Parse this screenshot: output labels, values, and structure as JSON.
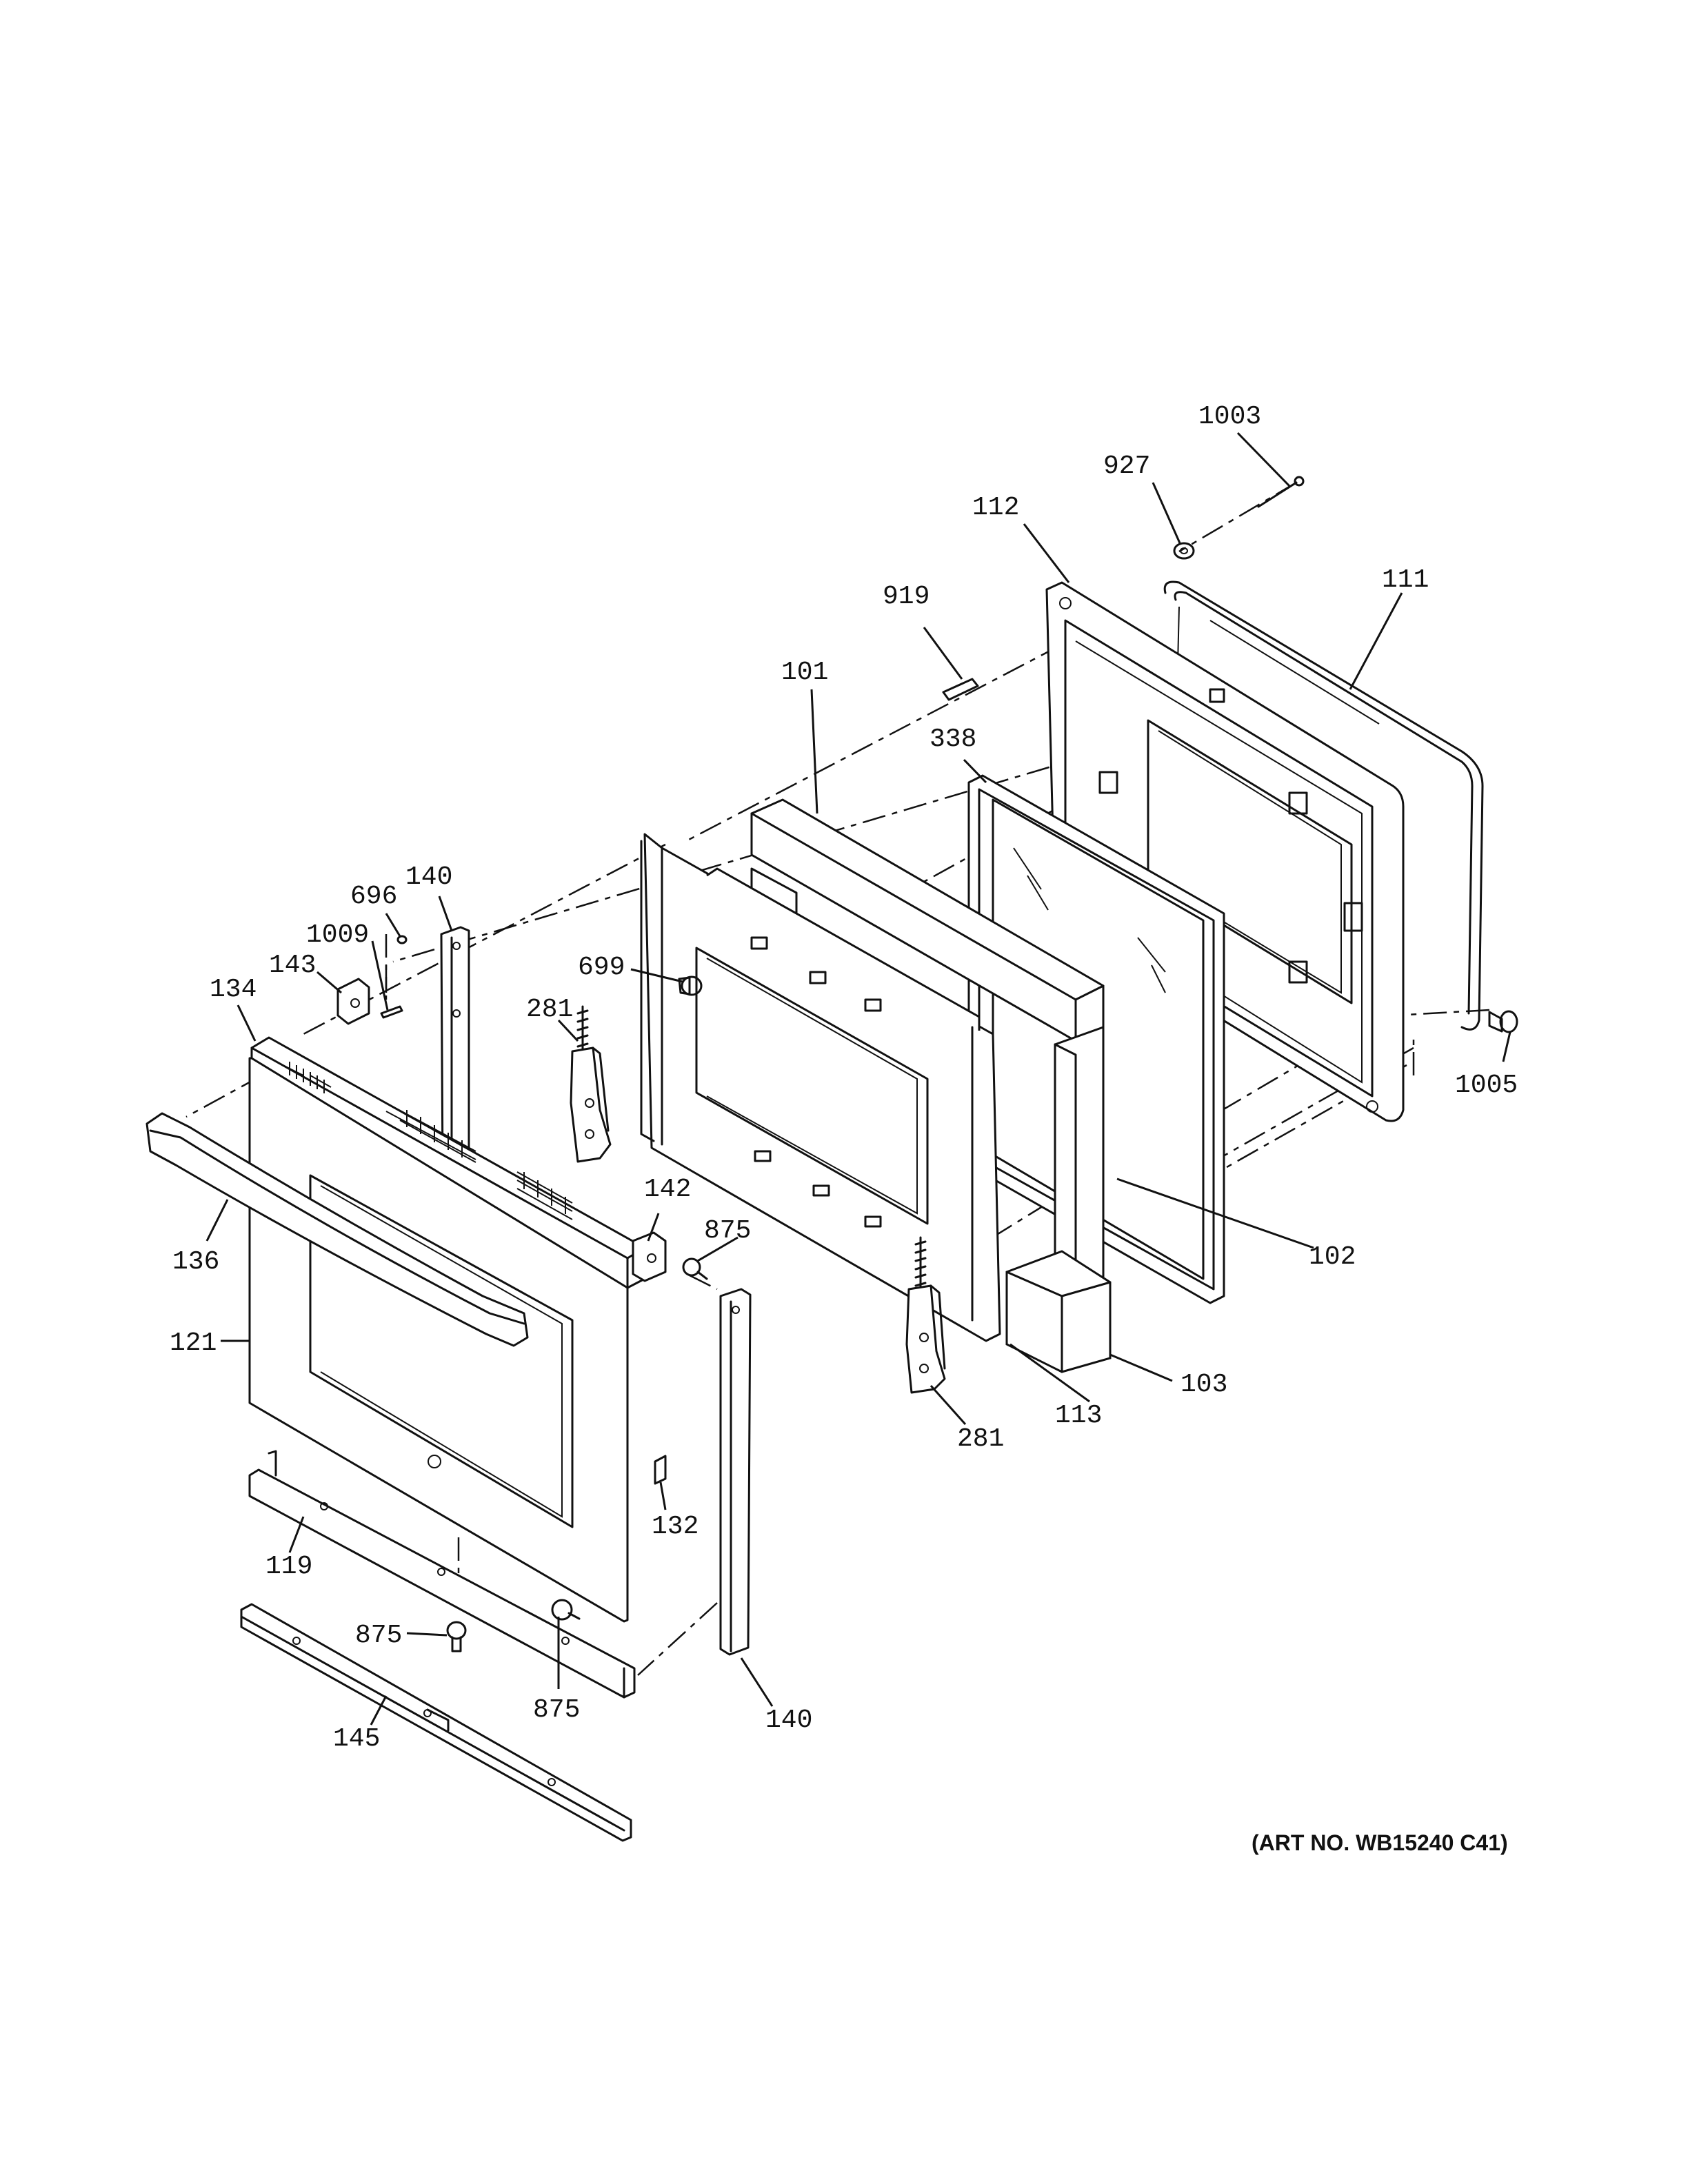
{
  "art_number": "(ART NO. WB15240 C41)",
  "callouts": [
    {
      "id": "c1003",
      "text": "1003"
    },
    {
      "id": "c927",
      "text": "927"
    },
    {
      "id": "c112",
      "text": "112"
    },
    {
      "id": "c111",
      "text": "111"
    },
    {
      "id": "c919",
      "text": "919"
    },
    {
      "id": "c101",
      "text": "101"
    },
    {
      "id": "c338",
      "text": "338"
    },
    {
      "id": "c140a",
      "text": "140"
    },
    {
      "id": "c696",
      "text": "696"
    },
    {
      "id": "c1009",
      "text": "1009"
    },
    {
      "id": "c143",
      "text": "143"
    },
    {
      "id": "c134",
      "text": "134"
    },
    {
      "id": "c699",
      "text": "699"
    },
    {
      "id": "c281a",
      "text": "281"
    },
    {
      "id": "c1005",
      "text": "1005"
    },
    {
      "id": "c136",
      "text": "136"
    },
    {
      "id": "c142",
      "text": "142"
    },
    {
      "id": "c875a",
      "text": "875"
    },
    {
      "id": "c102",
      "text": "102"
    },
    {
      "id": "c121",
      "text": "121"
    },
    {
      "id": "c103",
      "text": "103"
    },
    {
      "id": "c113",
      "text": "113"
    },
    {
      "id": "c281b",
      "text": "281"
    },
    {
      "id": "c132",
      "text": "132"
    },
    {
      "id": "c119",
      "text": "119"
    },
    {
      "id": "c875b",
      "text": "875"
    },
    {
      "id": "c875c",
      "text": "875"
    },
    {
      "id": "c140b",
      "text": "140"
    },
    {
      "id": "c145",
      "text": "145"
    }
  ]
}
